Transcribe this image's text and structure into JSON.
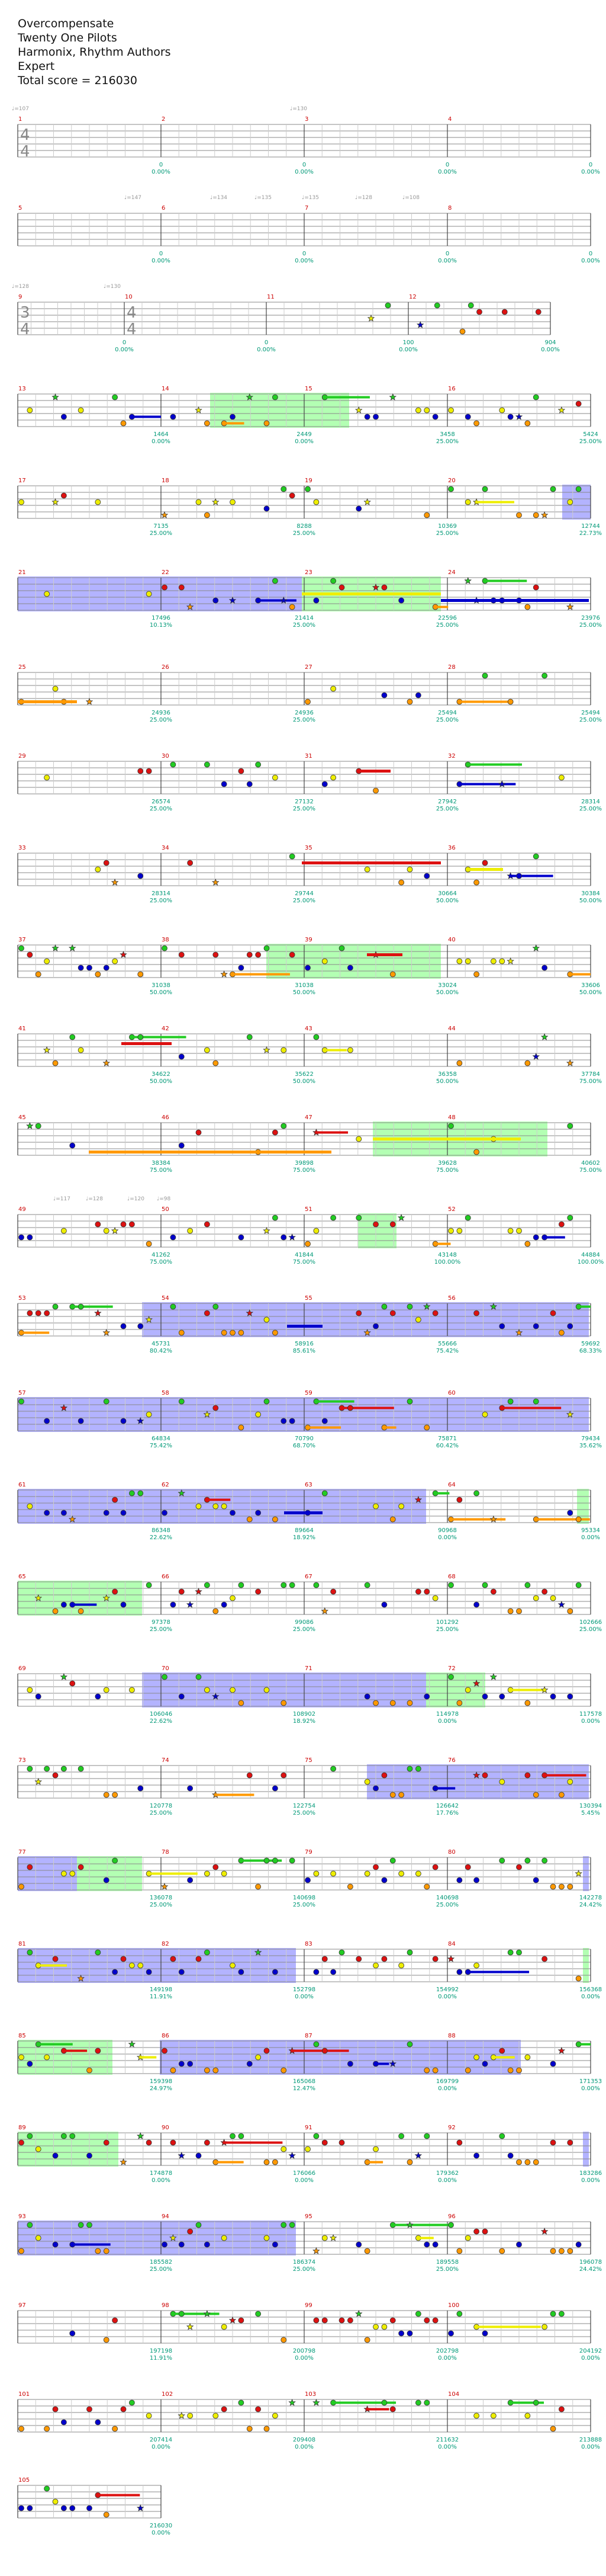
{
  "song": {
    "title": "Overcompensate",
    "artist": "Twenty One Pilots",
    "charter": "Harmonix, Rhythm Authors",
    "difficulty": "Expert",
    "total_score_label": "Total score = 216030"
  },
  "colors": {
    "green": "#22cc22",
    "red": "#dd1111",
    "yellow": "#eeee00",
    "blue": "#0000cc",
    "orange": "#ff9900",
    "measure_number": "#cc0000",
    "score_text": "#009977",
    "bpm_text": "#999999",
    "solo_fill": "#9999ff",
    "sp_fill": "#99ff99"
  },
  "bpm_markers": [
    "♩=107",
    "♩=130",
    "♩=147",
    "♩=134",
    "♩=135",
    "♩=135",
    "♩=128",
    "♩=108",
    "♩=128",
    "♩=130",
    "♩=117",
    "♩=128",
    "♩=120",
    "♩=98"
  ],
  "time_signatures": [
    {
      "measure": 1,
      "top": "4",
      "bottom": "4"
    },
    {
      "measure": 9,
      "top": "3",
      "bottom": "4"
    },
    {
      "measure": 10,
      "top": "4",
      "bottom": "4"
    }
  ],
  "measures": [
    {
      "n": 1,
      "score": "0",
      "pct": "0.00%"
    },
    {
      "n": 2,
      "score": "0",
      "pct": "0.00%"
    },
    {
      "n": 3,
      "score": "0",
      "pct": "0.00%"
    },
    {
      "n": 4,
      "score": "0",
      "pct": "0.00%"
    },
    {
      "n": 5,
      "score": "0",
      "pct": "0.00%"
    },
    {
      "n": 6,
      "score": "0",
      "pct": "0.00%"
    },
    {
      "n": 7,
      "score": "0",
      "pct": "0.00%"
    },
    {
      "n": 8,
      "score": "0",
      "pct": "0.00%"
    },
    {
      "n": 9,
      "score": "0",
      "pct": "0.00%"
    },
    {
      "n": 10,
      "score": "0",
      "pct": "0.00%"
    },
    {
      "n": 11,
      "score": "100",
      "pct": "0.00%"
    },
    {
      "n": 12,
      "score": "904",
      "pct": "0.00%"
    },
    {
      "n": 13,
      "score": "1464",
      "pct": "0.00%"
    },
    {
      "n": 14,
      "score": "2449",
      "pct": "0.00%"
    },
    {
      "n": 15,
      "score": "3458",
      "pct": "25.00%"
    },
    {
      "n": 16,
      "score": "5424",
      "pct": "25.00%"
    },
    {
      "n": 17,
      "score": "7135",
      "pct": "25.00%"
    },
    {
      "n": 18,
      "score": "8288",
      "pct": "25.00%"
    },
    {
      "n": 19,
      "score": "10369",
      "pct": "25.00%"
    },
    {
      "n": 20,
      "score": "12744",
      "pct": "22.73%"
    },
    {
      "n": 21,
      "score": "17496",
      "pct": "10.13%"
    },
    {
      "n": 22,
      "score": "21414",
      "pct": "25.00%"
    },
    {
      "n": 23,
      "score": "22596",
      "pct": "25.00%"
    },
    {
      "n": 24,
      "score": "23976",
      "pct": "25.00%"
    },
    {
      "n": 25,
      "score": "24936",
      "pct": "25.00%"
    },
    {
      "n": 26,
      "score": "24936",
      "pct": "25.00%"
    },
    {
      "n": 27,
      "score": "25494",
      "pct": "25.00%"
    },
    {
      "n": 28,
      "score": "25494",
      "pct": "25.00%"
    },
    {
      "n": 29,
      "score": "26574",
      "pct": "25.00%"
    },
    {
      "n": 30,
      "score": "27132",
      "pct": "25.00%"
    },
    {
      "n": 31,
      "score": "27942",
      "pct": "25.00%"
    },
    {
      "n": 32,
      "score": "28314",
      "pct": "25.00%"
    },
    {
      "n": 33,
      "score": "28314",
      "pct": "25.00%"
    },
    {
      "n": 34,
      "score": "29744",
      "pct": "25.00%"
    },
    {
      "n": 35,
      "score": "30664",
      "pct": "50.00%"
    },
    {
      "n": 36,
      "score": "30384",
      "pct": "50.00%"
    },
    {
      "n": 37,
      "score": "31038",
      "pct": "50.00%"
    },
    {
      "n": 38,
      "score": "31038",
      "pct": "50.00%"
    },
    {
      "n": 39,
      "score": "33024",
      "pct": "50.00%"
    },
    {
      "n": 40,
      "score": "33606",
      "pct": "50.00%"
    },
    {
      "n": 41,
      "score": "34622",
      "pct": "50.00%"
    },
    {
      "n": 42,
      "score": "35622",
      "pct": "50.00%"
    },
    {
      "n": 43,
      "score": "36358",
      "pct": "50.00%"
    },
    {
      "n": 44,
      "score": "37784",
      "pct": "75.00%"
    },
    {
      "n": 45,
      "score": "38384",
      "pct": "75.00%"
    },
    {
      "n": 46,
      "score": "39898",
      "pct": "75.00%"
    },
    {
      "n": 47,
      "score": "39628",
      "pct": "75.00%"
    },
    {
      "n": 48,
      "score": "40602",
      "pct": "75.00%"
    },
    {
      "n": 49,
      "score": "41262",
      "pct": "75.00%"
    },
    {
      "n": 50,
      "score": "41844",
      "pct": "75.00%"
    },
    {
      "n": 51,
      "score": "43148",
      "pct": "100.00%"
    },
    {
      "n": 52,
      "score": "44884",
      "pct": "100.00%"
    },
    {
      "n": 53,
      "score": "45731",
      "pct": "80.42%"
    },
    {
      "n": 54,
      "score": "58916",
      "pct": "85.61%"
    },
    {
      "n": 55,
      "score": "55666",
      "pct": "75.42%"
    },
    {
      "n": 56,
      "score": "59692",
      "pct": "68.33%"
    },
    {
      "n": 57,
      "score": "64834",
      "pct": "75.42%"
    },
    {
      "n": 58,
      "score": "70790",
      "pct": "68.70%"
    },
    {
      "n": 59,
      "score": "75871",
      "pct": "60.42%"
    },
    {
      "n": 60,
      "score": "79434",
      "pct": "35.62%"
    },
    {
      "n": 61,
      "score": "86348",
      "pct": "22.62%"
    },
    {
      "n": 62,
      "score": "89664",
      "pct": "18.92%"
    },
    {
      "n": 63,
      "score": "90968",
      "pct": "0.00%"
    },
    {
      "n": 64,
      "score": "95334",
      "pct": "0.00%"
    },
    {
      "n": 65,
      "score": "97378",
      "pct": "25.00%"
    },
    {
      "n": 66,
      "score": "99086",
      "pct": "25.00%"
    },
    {
      "n": 67,
      "score": "101292",
      "pct": "25.00%"
    },
    {
      "n": 68,
      "score": "102666",
      "pct": "25.00%"
    },
    {
      "n": 69,
      "score": "106046",
      "pct": "22.62%"
    },
    {
      "n": 70,
      "score": "108902",
      "pct": "18.92%"
    },
    {
      "n": 71,
      "score": "114978",
      "pct": "0.00%"
    },
    {
      "n": 72,
      "score": "117578",
      "pct": "0.00%"
    },
    {
      "n": 73,
      "score": "120778",
      "pct": "25.00%"
    },
    {
      "n": 74,
      "score": "122754",
      "pct": "25.00%"
    },
    {
      "n": 75,
      "score": "126642",
      "pct": "17.76%"
    },
    {
      "n": 76,
      "score": "130394",
      "pct": "5.45%"
    },
    {
      "n": 77,
      "score": "136078",
      "pct": "25.00%"
    },
    {
      "n": 78,
      "score": "140698",
      "pct": "25.00%"
    },
    {
      "n": 79,
      "score": "140698",
      "pct": "25.00%"
    },
    {
      "n": 80,
      "score": "142278",
      "pct": "24.42%"
    },
    {
      "n": 81,
      "score": "149198",
      "pct": "11.91%"
    },
    {
      "n": 82,
      "score": "152798",
      "pct": "0.00%"
    },
    {
      "n": 83,
      "score": "154992",
      "pct": "0.00%"
    },
    {
      "n": 84,
      "score": "156368",
      "pct": "0.00%"
    },
    {
      "n": 85,
      "score": "159398",
      "pct": "24.97%"
    },
    {
      "n": 86,
      "score": "165068",
      "pct": "12.47%"
    },
    {
      "n": 87,
      "score": "169799",
      "pct": "0.00%"
    },
    {
      "n": 88,
      "score": "171353",
      "pct": "0.00%"
    },
    {
      "n": 89,
      "score": "174878",
      "pct": "0.00%"
    },
    {
      "n": 90,
      "score": "176066",
      "pct": "0.00%"
    },
    {
      "n": 91,
      "score": "179362",
      "pct": "0.00%"
    },
    {
      "n": 92,
      "score": "183286",
      "pct": "0.00%"
    },
    {
      "n": 93,
      "score": "185582",
      "pct": "25.00%"
    },
    {
      "n": 94,
      "score": "186374",
      "pct": "25.00%"
    },
    {
      "n": 95,
      "score": "189558",
      "pct": "25.00%"
    },
    {
      "n": 96,
      "score": "196078",
      "pct": "24.42%"
    },
    {
      "n": 97,
      "score": "197198",
      "pct": "11.91%"
    },
    {
      "n": 98,
      "score": "200798",
      "pct": "0.00%"
    },
    {
      "n": 99,
      "score": "202798",
      "pct": "0.00%"
    },
    {
      "n": 100,
      "score": "204192",
      "pct": "0.00%"
    },
    {
      "n": 101,
      "score": "207414",
      "pct": "0.00%"
    },
    {
      "n": 102,
      "score": "209408",
      "pct": "0.00%"
    },
    {
      "n": 103,
      "score": "211632",
      "pct": "0.00%"
    },
    {
      "n": 104,
      "score": "213888",
      "pct": "0.00%"
    },
    {
      "n": 105,
      "score": "216030",
      "pct": "0.00%"
    }
  ]
}
